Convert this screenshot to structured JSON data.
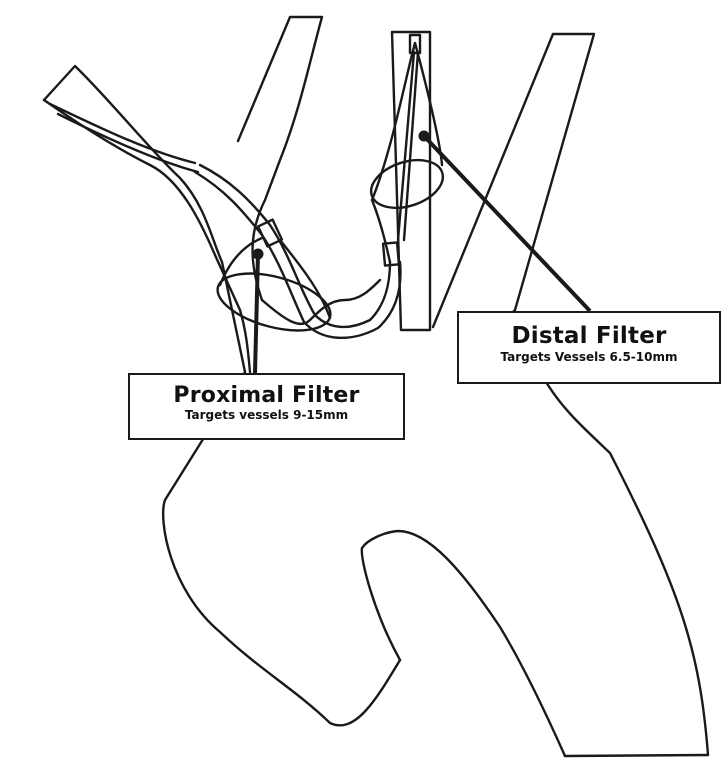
{
  "labels": {
    "proximal": {
      "title": "Proximal Filter",
      "subtitle": "Targets vessels  9-15mm"
    },
    "distal": {
      "title": "Distal Filter",
      "subtitle": "Targets Vessels  6.5-10mm"
    }
  },
  "colors": {
    "line": "#1a1a1a",
    "background": "#ffffff"
  }
}
